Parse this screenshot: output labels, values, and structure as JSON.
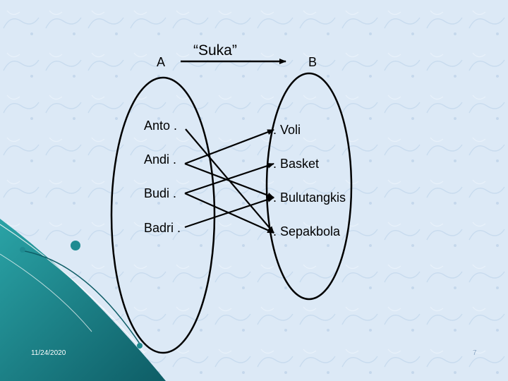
{
  "relation_label": "“Suka”",
  "set_a": {
    "name": "A",
    "items": [
      "Anto .",
      "Andi .",
      "Budi .",
      "Badri ."
    ]
  },
  "set_b": {
    "name": "B",
    "items": [
      ". Voli",
      ". Basket",
      ". Bulutangkis",
      ". Sepakbola"
    ]
  },
  "footer": {
    "date": "11/24/2020",
    "page_number": "7"
  },
  "colors": {
    "background": "#dce9f6",
    "accent_teal": "#1f8b91",
    "ink": "#000000"
  }
}
